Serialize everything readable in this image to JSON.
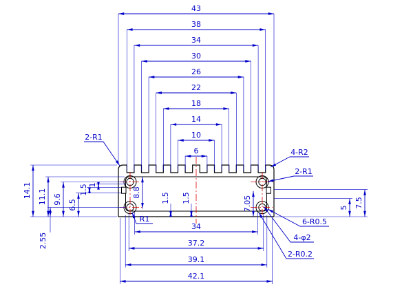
{
  "dims": {
    "top": [
      "43",
      "38",
      "34",
      "30",
      "26",
      "22",
      "18",
      "14",
      "10",
      "6"
    ],
    "left": [
      "14.1",
      "11.1",
      "9.6",
      "6.5",
      "1.5",
      "1"
    ],
    "left_bottom": "2.55",
    "inner": [
      "8.8",
      "1.5",
      "1.5",
      "7.05"
    ],
    "right": [
      "5",
      "7.5"
    ],
    "bottom": [
      "34",
      "37.2",
      "39.1",
      "42.1"
    ],
    "callouts": {
      "corner_left": "2-R1",
      "fin": "4-R2",
      "boss": "2-R1",
      "slot": "6-R0.5",
      "holes": "4-φ2",
      "bottom": "2-R0.2",
      "fillet": "R1"
    }
  },
  "colors": {
    "dimension_blue": "#0000c8",
    "outline_black": "#000000",
    "centerline_red": "#e00000"
  }
}
